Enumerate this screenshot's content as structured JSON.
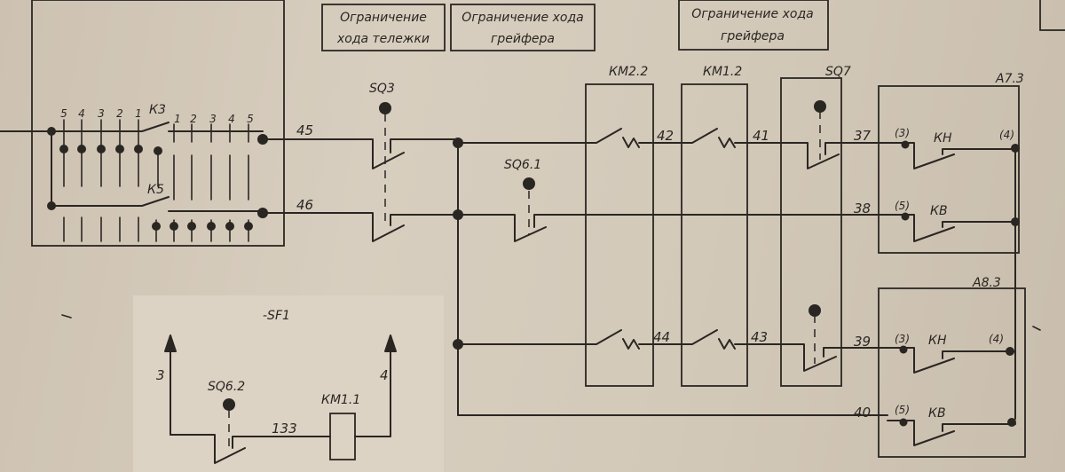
{
  "titles": {
    "trolley": [
      "Ограничение",
      "хода тележки"
    ],
    "grab1": [
      "Ограничение хода",
      "грейфера"
    ],
    "grab2": [
      "Ограничение хода",
      "грейфера"
    ]
  },
  "devices": {
    "k3": "К3",
    "k5": "К5",
    "sq3": "SQ3",
    "sq6_1": "SQ6.1",
    "sq7": "SQ7",
    "km2_2": "КМ2.2",
    "km1_2": "КМ1.2",
    "a7_3": "А7.3",
    "a8_3": "А8.3",
    "sf1": "-SF1",
    "sq6_2": "SQ6.2",
    "km1_1": "КМ1.1"
  },
  "contacts_top": [
    "5",
    "4",
    "3",
    "2",
    "1",
    "1",
    "2",
    "3",
    "4",
    "5"
  ],
  "wires": {
    "w45": "45",
    "w46": "46",
    "w42": "42",
    "w41": "41",
    "w37": "37",
    "w38": "38",
    "w44": "44",
    "w43": "43",
    "w39": "39",
    "w40": "40",
    "w133": "133",
    "arrow3": "3",
    "arrow4": "4"
  },
  "relays": {
    "a7_in_top": "(3)",
    "a7_in_bot": "(5)",
    "a7_out": "(4)",
    "a7_kh": "КН",
    "a7_kb": "КВ",
    "a8_in_top": "(3)",
    "a8_in_bot": "(5)",
    "a8_out": "(4)",
    "a8_kh": "КН",
    "a8_kb": "КВ"
  }
}
